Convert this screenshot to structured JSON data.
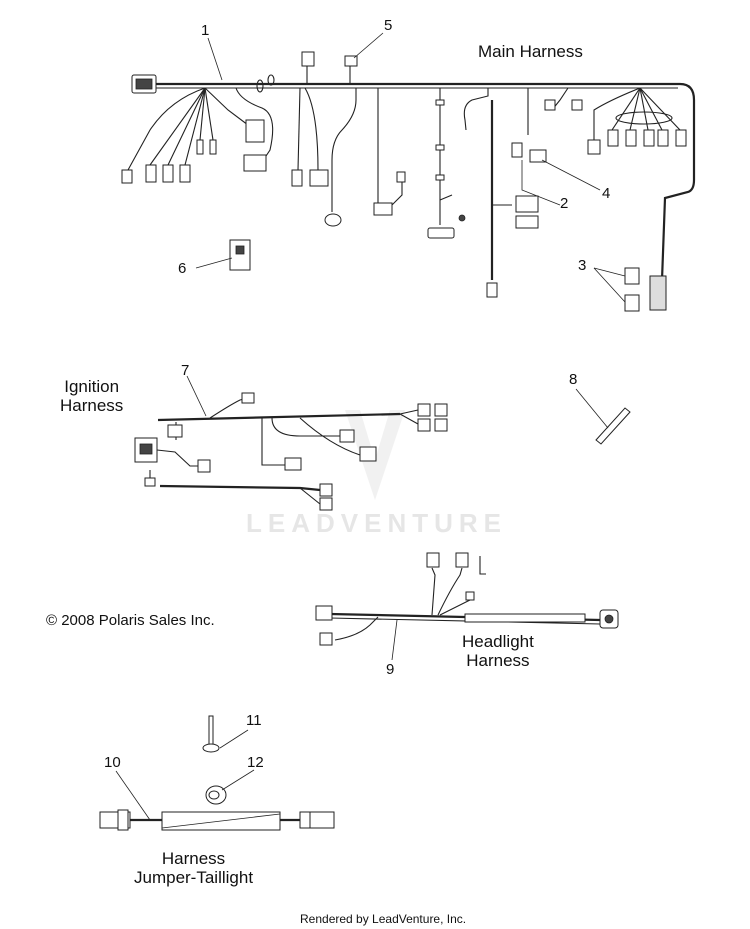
{
  "titles": {
    "main": "Main Harness",
    "ignition": "Ignition\nHarness",
    "headlight": "Headlight\nHarness",
    "jumper": "Harness\nJumper-Taillight"
  },
  "callouts": [
    "1",
    "2",
    "3",
    "4",
    "5",
    "6",
    "7",
    "8",
    "9",
    "10",
    "11",
    "12"
  ],
  "copyright": "© 2008 Polaris Sales Inc.",
  "watermark": "LEADVENTURE",
  "footer": "Rendered by LeadVenture, Inc."
}
